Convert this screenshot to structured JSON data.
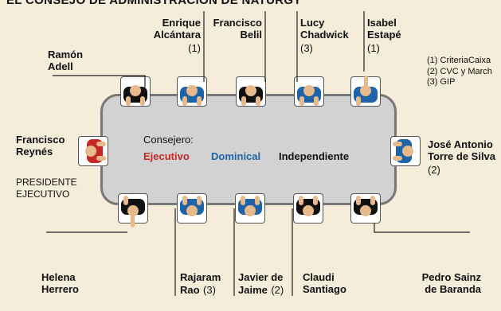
{
  "title": "EL CONSEJO DE ADMINISTRACIÓN DE NATURGY",
  "legend": {
    "prefix": "Consejero:",
    "items": [
      {
        "label": "Ejecutivo",
        "color": "#c62828"
      },
      {
        "label": "Dominical",
        "color": "#1e64a8"
      },
      {
        "label": "Independiente",
        "color": "#111111"
      }
    ]
  },
  "notes": [
    "(1) CriteriaCaixa",
    "(2) CVC y March",
    "(3) GIP"
  ],
  "president_role": "PRESIDENTE\nEJECUTIVO",
  "members": {
    "ramon": {
      "name": "Ramón\nAdell",
      "type": "independiente"
    },
    "enrique": {
      "name": "Enrique\nAlcántara",
      "note": "(1)",
      "type": "dominical"
    },
    "francisco_b": {
      "name": "Francisco\nBelil",
      "type": "independiente"
    },
    "lucy": {
      "name": "Lucy\nChadwick",
      "note": "(3)",
      "type": "dominical"
    },
    "isabel": {
      "name": "Isabel\nEstapé",
      "note": "(1)",
      "type": "dominical"
    },
    "francisco_r": {
      "name": "Francisco\nReynés",
      "type": "ejecutivo"
    },
    "jose": {
      "name": "José Antonio\nTorre de Silva",
      "note": "(2)",
      "type": "dominical"
    },
    "helena": {
      "name": "Helena\nHerrero",
      "type": "independiente"
    },
    "rajaram": {
      "name1": "Rajaram",
      "name2": "Rao",
      "note": "(3)",
      "type": "dominical"
    },
    "javier": {
      "name1": "Javier de",
      "name2": "Jaime",
      "note": "(2)",
      "type": "dominical"
    },
    "claudi": {
      "name": "Claudi\nSantiago",
      "type": "independiente"
    },
    "pedro": {
      "name": "Pedro Sainz\nde Baranda",
      "type": "independiente"
    }
  }
}
